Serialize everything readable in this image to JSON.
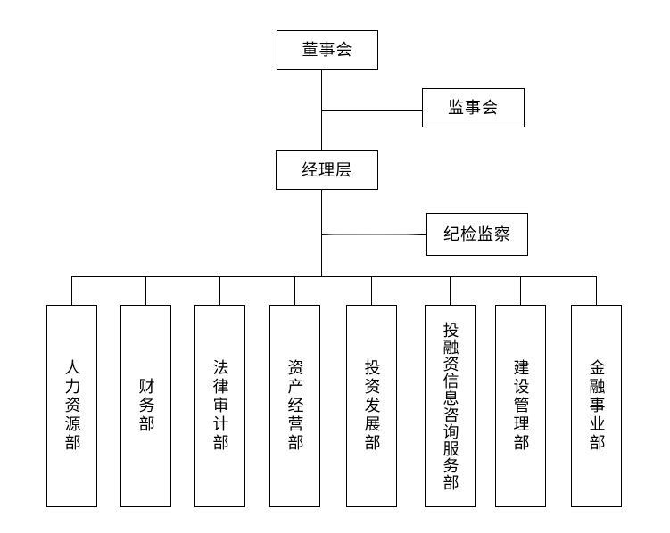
{
  "diagram": {
    "type": "org-chart",
    "background_color": "#ffffff",
    "line_color": "#000000",
    "discipline_connector_color": "#9a9a9a",
    "box_border_color": "#000000",
    "text_color": "#000000",
    "nodes": {
      "board": {
        "label": "董事会"
      },
      "supervisory": {
        "label": "监事会"
      },
      "management": {
        "label": "经理层"
      },
      "discipline": {
        "label": "纪检监察"
      },
      "departments": [
        {
          "label": "人力资源部"
        },
        {
          "label": "财务部"
        },
        {
          "label": "法律审计部"
        },
        {
          "label": "资产经营部"
        },
        {
          "label": "投资发展部"
        },
        {
          "label": "投融资信息咨询服务部"
        },
        {
          "label": "建设管理部"
        },
        {
          "label": "金融事业部"
        }
      ]
    }
  }
}
